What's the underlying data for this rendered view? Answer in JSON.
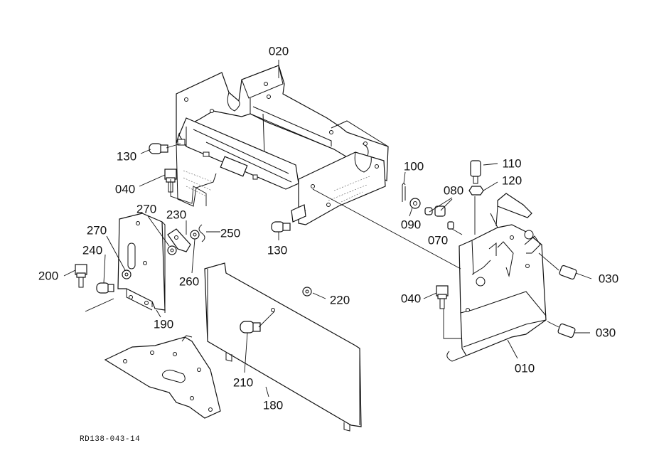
{
  "diagram": {
    "drawing_code": "RD138-043-14",
    "callouts": [
      {
        "id": "020",
        "text": "020"
      },
      {
        "id": "130a",
        "text": "130"
      },
      {
        "id": "040a",
        "text": "040"
      },
      {
        "id": "130b",
        "text": "130"
      },
      {
        "id": "270a",
        "text": "270"
      },
      {
        "id": "230",
        "text": "230"
      },
      {
        "id": "250",
        "text": "250"
      },
      {
        "id": "270b",
        "text": "270"
      },
      {
        "id": "240",
        "text": "240"
      },
      {
        "id": "260",
        "text": "260"
      },
      {
        "id": "200",
        "text": "200"
      },
      {
        "id": "190",
        "text": "190"
      },
      {
        "id": "100",
        "text": "100"
      },
      {
        "id": "110",
        "text": "110"
      },
      {
        "id": "120",
        "text": "120"
      },
      {
        "id": "080",
        "text": "080"
      },
      {
        "id": "090",
        "text": "090"
      },
      {
        "id": "070",
        "text": "070"
      },
      {
        "id": "030a",
        "text": "030"
      },
      {
        "id": "030b",
        "text": "030"
      },
      {
        "id": "040b",
        "text": "040"
      },
      {
        "id": "220",
        "text": "220"
      },
      {
        "id": "210",
        "text": "210"
      },
      {
        "id": "180",
        "text": "180"
      },
      {
        "id": "010",
        "text": "010"
      }
    ]
  }
}
